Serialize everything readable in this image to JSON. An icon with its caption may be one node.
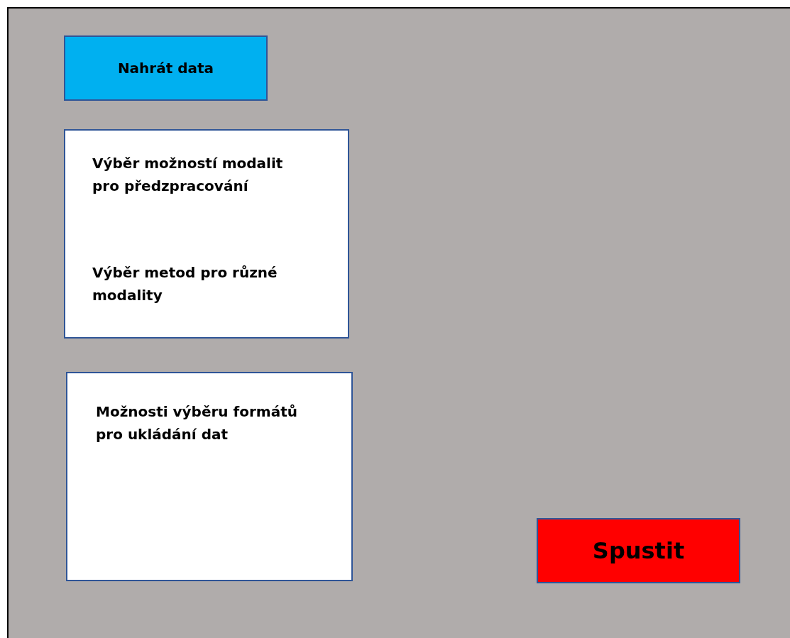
{
  "diagram": {
    "nodes": [
      {
        "text": [],
        "shape": "box"
      },
      {
        "text": [
          "Nahrát data"
        ],
        "in": 0
      },
      {
        "text": [
          "Výběr možností modalit pro předzpracování",
          "Výběr metod pro různé modality"
        ],
        "in": 0
      },
      {
        "text": [
          "Možnosti výběru formátů pro ukládání dat"
        ],
        "in": 0
      },
      {
        "text": [
          "Spustit"
        ],
        "in": 0
      }
    ]
  }
}
